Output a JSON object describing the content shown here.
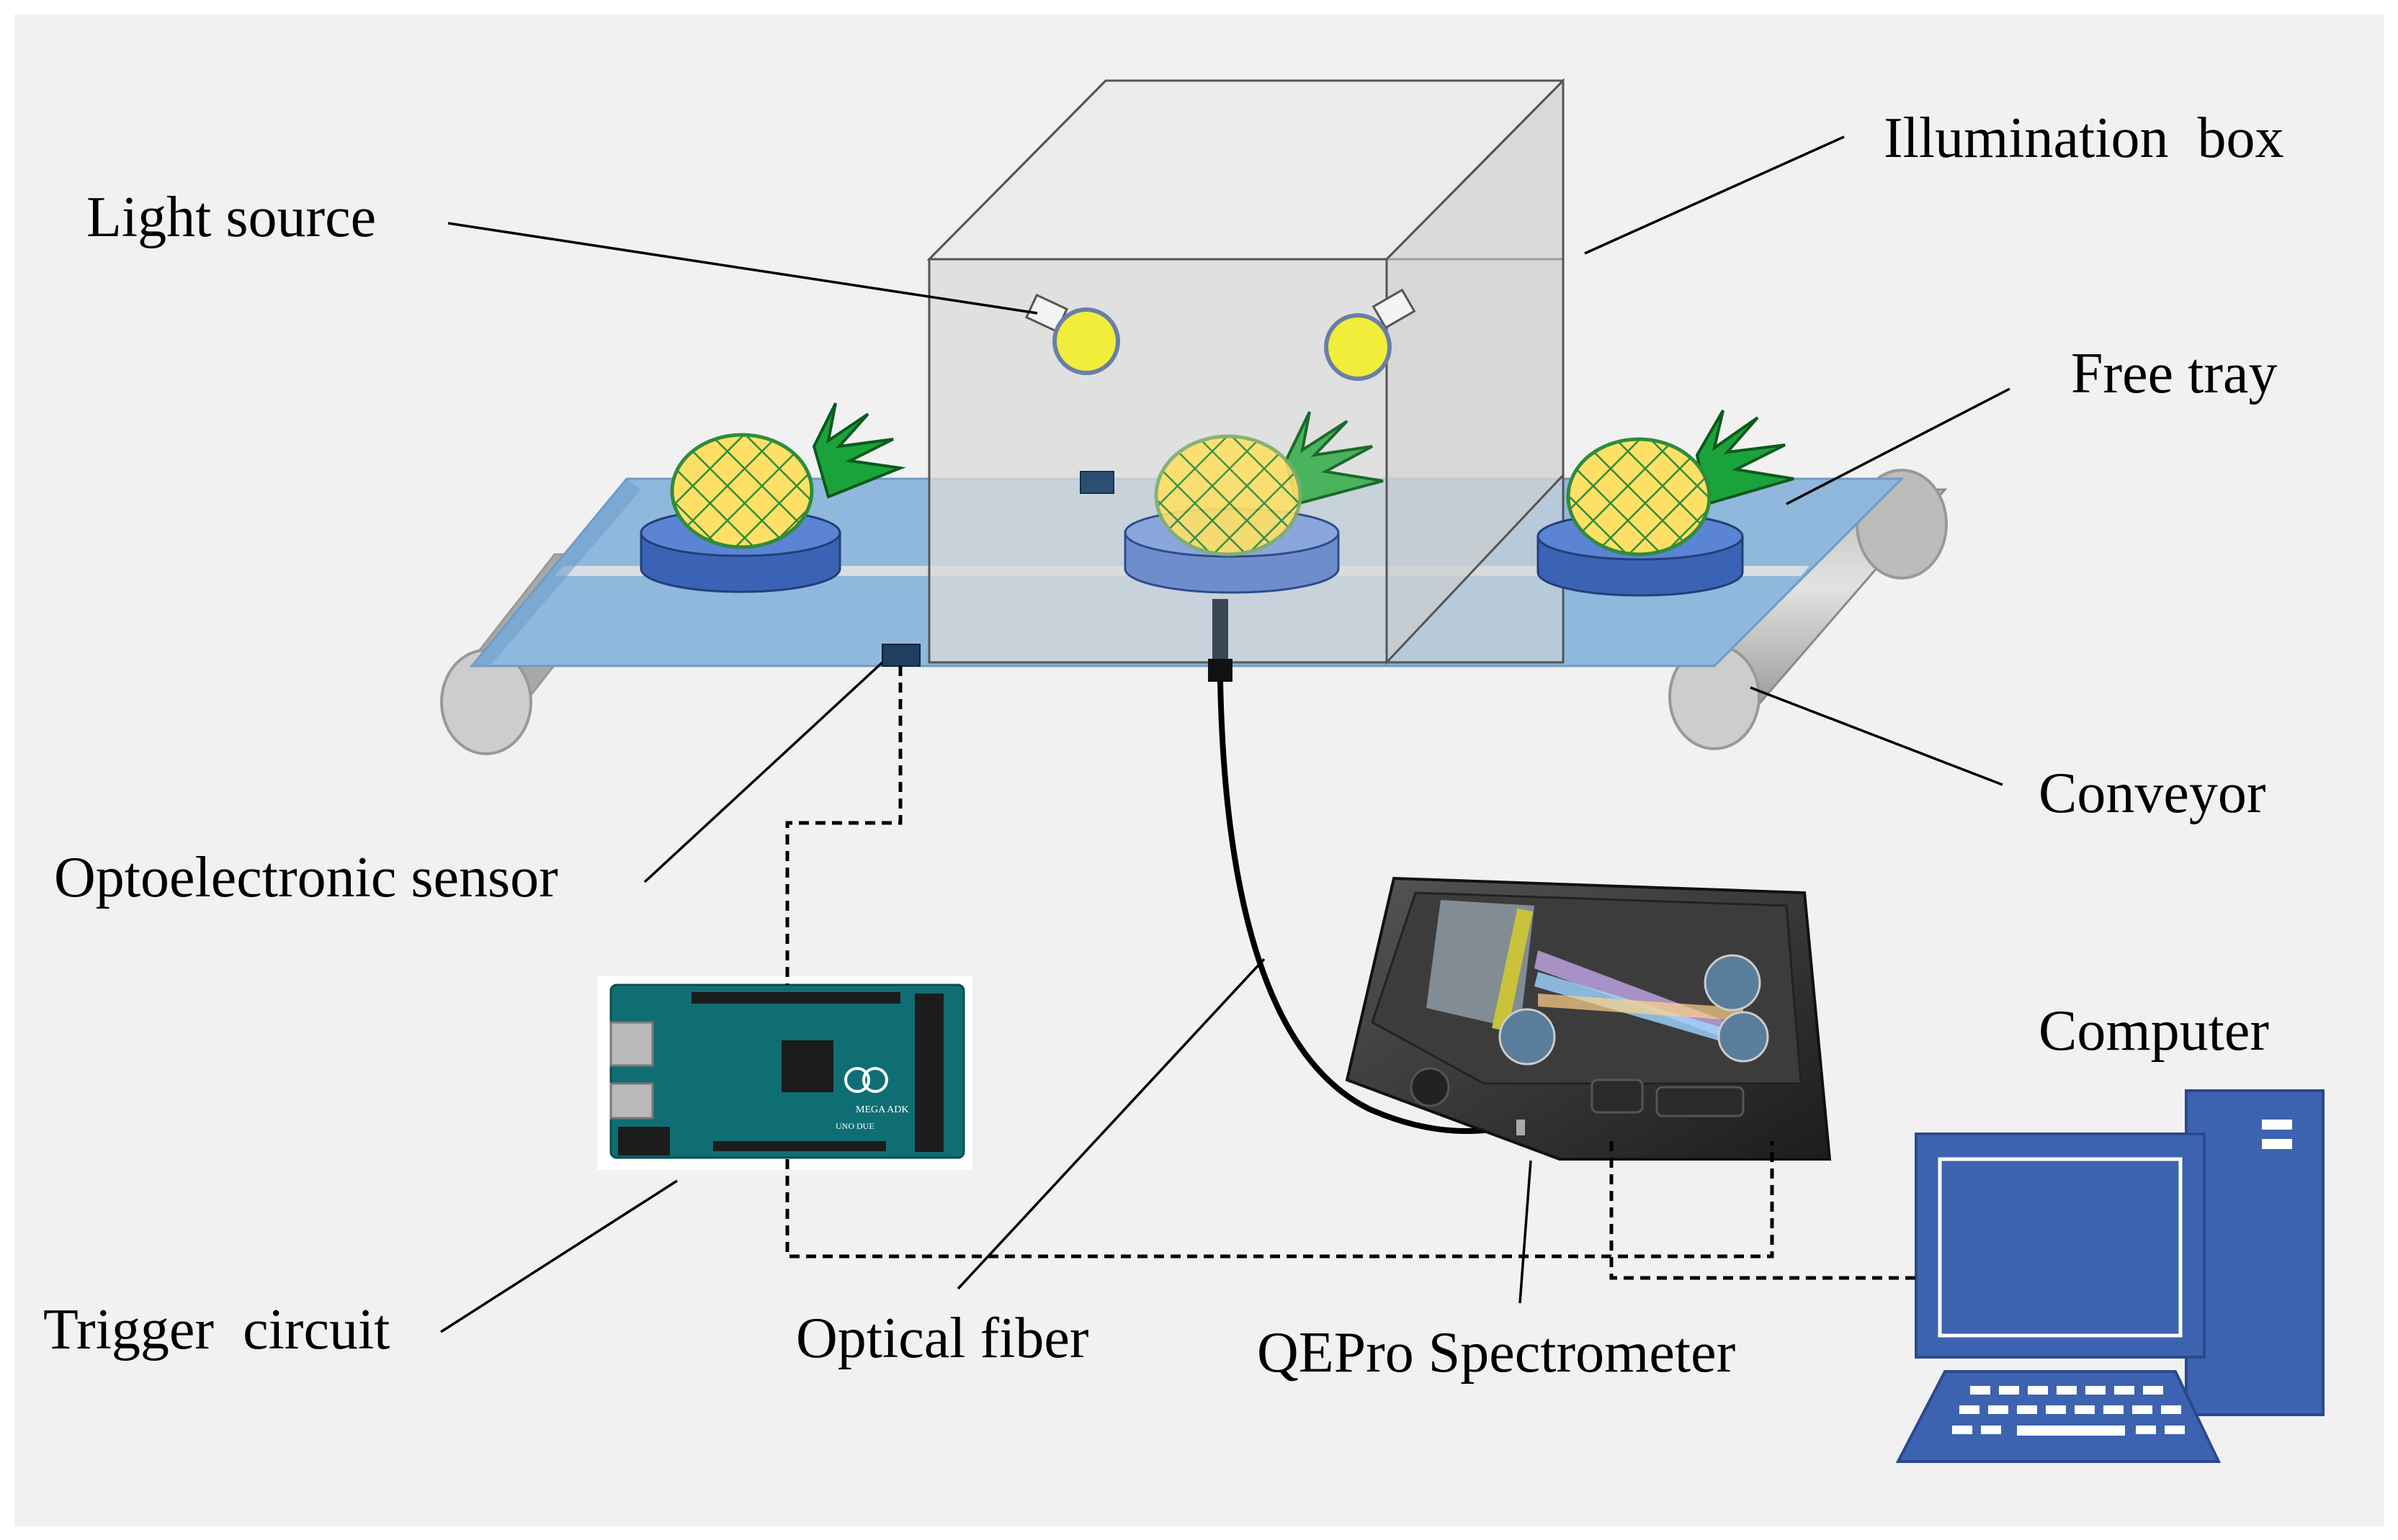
{
  "labels": {
    "light_source": "Light source",
    "illumination_box": "Illumination  box",
    "free_tray": "Free tray",
    "conveyor": "Conveyor",
    "optoelectronic_sensor": "Optoelectronic sensor",
    "computer": "Computer",
    "trigger_circuit": "Trigger  circuit",
    "optical_fiber": "Optical fiber",
    "qepro_spectrometer": "QEPro Spectrometer"
  },
  "colors": {
    "background": "#f1f1f1",
    "belt": "#8fb8dc",
    "tray": "#4472c4",
    "pineapple": "#ffe066",
    "leaves": "#1aa33a",
    "lamp": "#f2ec3a",
    "computer": "#3d63b0",
    "roller": "#cfcfcf"
  },
  "board_text": {
    "arduino_mark": "MEGA ADK",
    "made_in": "UNO DUE"
  }
}
